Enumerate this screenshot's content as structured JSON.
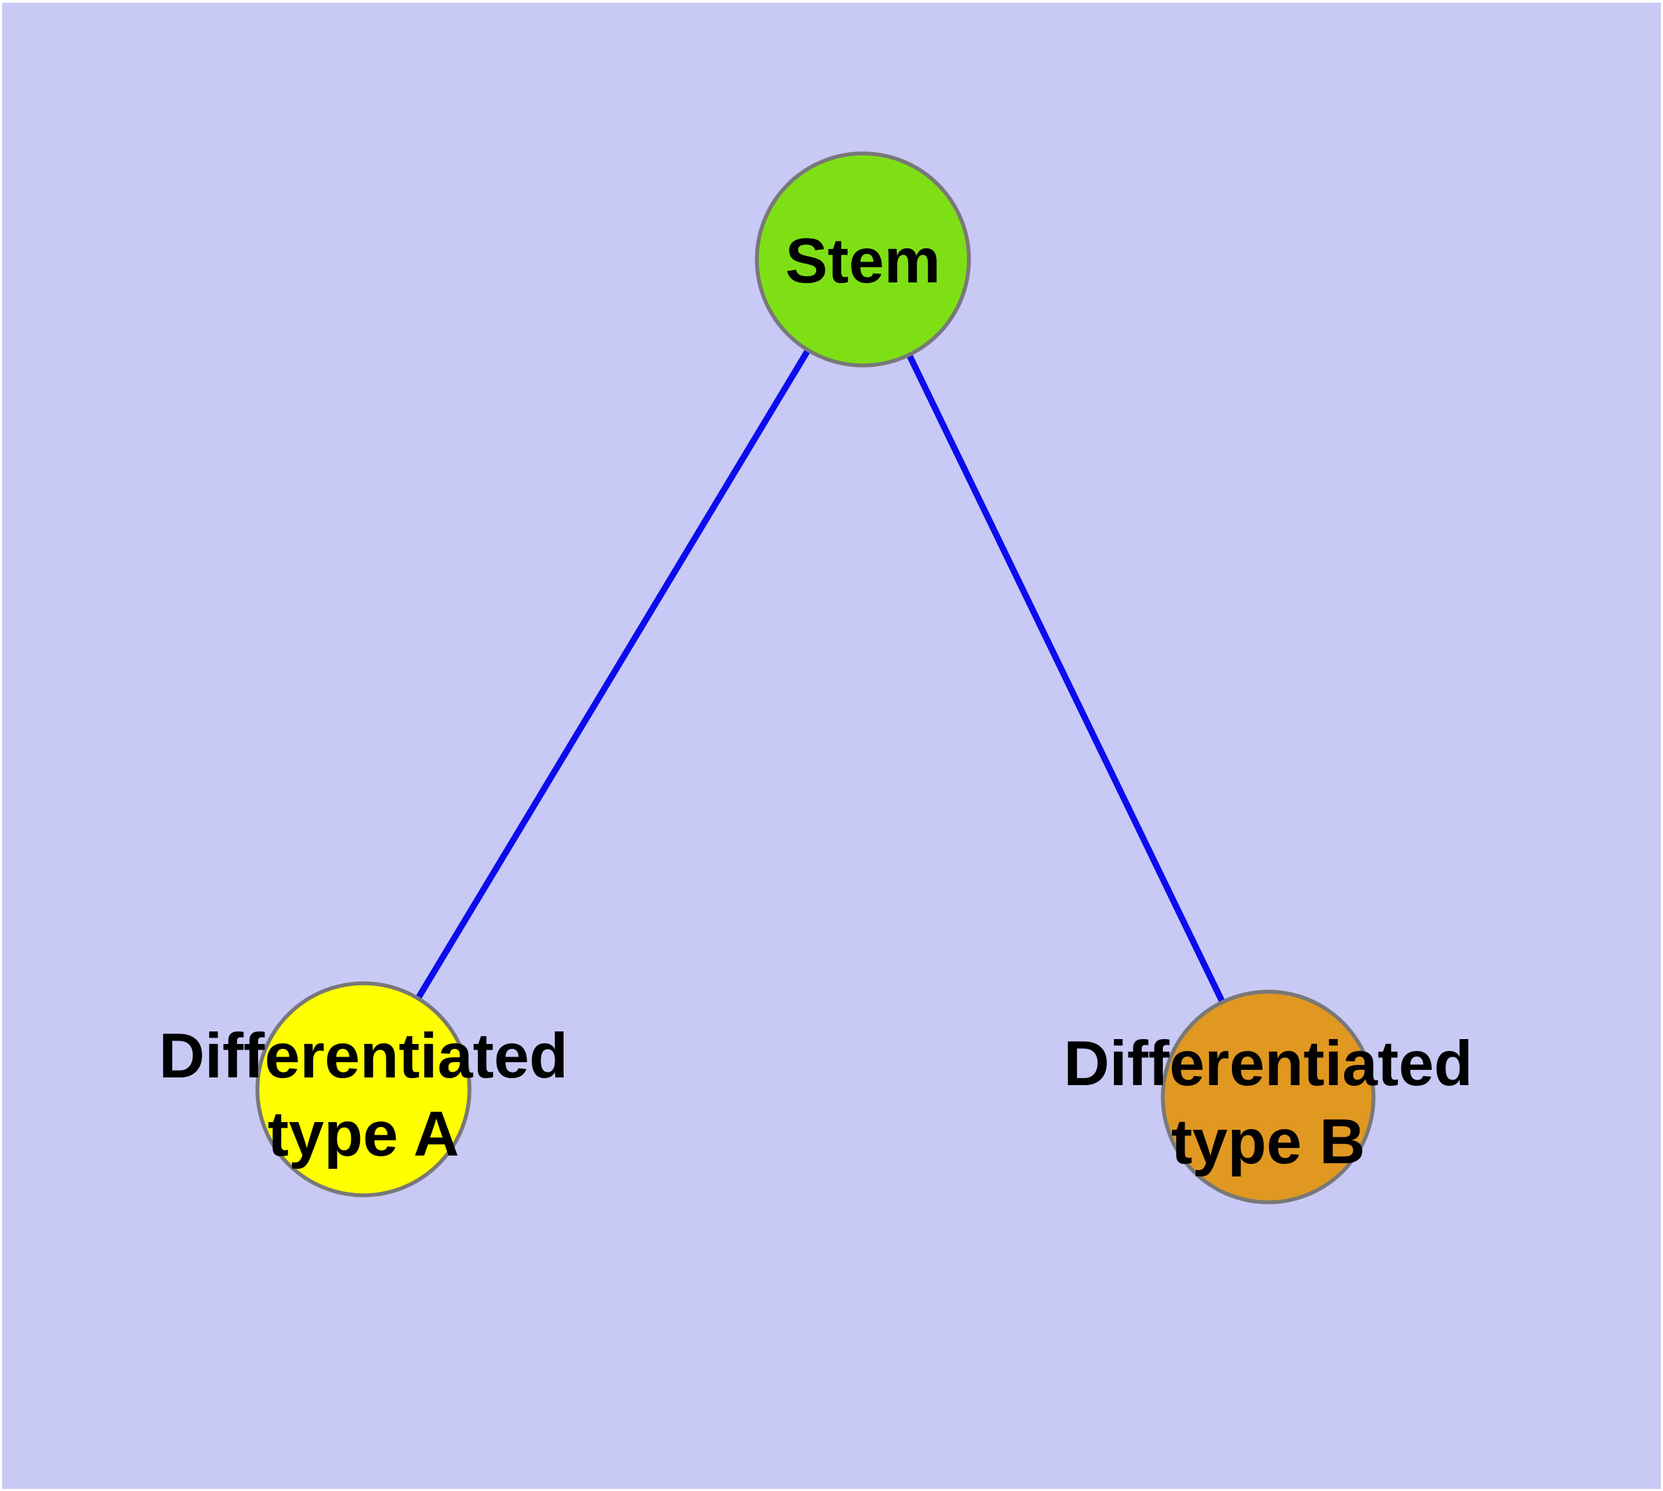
{
  "diagram": {
    "background_color": "#c9c9f6",
    "edge_color": "#0b0bee",
    "node_border_color": "#787878",
    "text_color": "#000000",
    "nodes": {
      "stem": {
        "label": "Stem",
        "fill": "#7ee014"
      },
      "type_a": {
        "lines": [
          "Differentiated",
          "type A"
        ],
        "fill": "#ffff00"
      },
      "type_b": {
        "lines": [
          "Differentiated",
          "type B"
        ],
        "fill": "#e09821"
      }
    },
    "edges": [
      {
        "from": "stem",
        "to": "type_a"
      },
      {
        "from": "stem",
        "to": "type_b"
      }
    ]
  }
}
